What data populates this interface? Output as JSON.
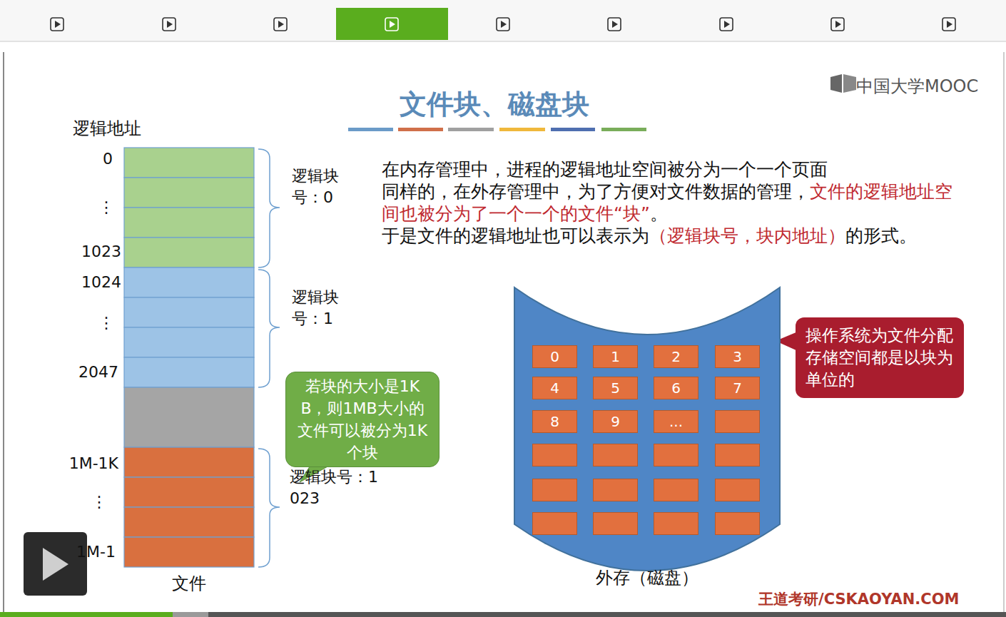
{
  "diagram": {
    "title": "文件块、磁盘块",
    "nodes": [
      {
        "text": [
          "外存（磁盘）"
        ]
      },
      {
        "text": [
          "0"
        ],
        "in": 0
      },
      {
        "text": [
          "1"
        ],
        "in": 0
      },
      {
        "text": [
          "2"
        ],
        "in": 0
      },
      {
        "text": [
          "3"
        ],
        "in": 0
      },
      {
        "text": [
          "4"
        ],
        "in": 0
      },
      {
        "text": [
          "5"
        ],
        "in": 0
      },
      {
        "text": [
          "6"
        ],
        "in": 0
      },
      {
        "text": [
          "7"
        ],
        "in": 0
      },
      {
        "text": [
          "8"
        ],
        "in": 0
      },
      {
        "text": [
          "9"
        ],
        "in": 0
      },
      {
        "text": [
          "..."
        ],
        "in": 0
      },
      {
        "text": [
          "操作系统为文件分配存储空间都是以块为单位的"
        ]
      },
      {
        "text": [
          "若块的大小是1KB，则1MB大小的文件可以被分为1K个块"
        ]
      }
    ],
    "labels": [
      "中国大学MOOC",
      "逻辑地址",
      "0",
      "⋮",
      "1023",
      "1024",
      "⋮",
      "2047",
      "1M-1K",
      "⋮",
      "1M-1",
      "逻辑块号：0",
      "逻辑块号：1",
      "逻辑块号：1023",
      "文件",
      "在内存管理中，进程的逻辑地址空间被分为一个一个页面",
      "同样的，在外存管理中，为了方便对文件数据的管理，",
      "文件的逻辑地址空间也被分为了一个一个的文件“块”",
      "。",
      "于是文件的逻辑地址也可以表示为",
      "（逻辑块号，块内地址）",
      "的形式。",
      "王道考研/CSKAOYAN.COM"
    ]
  }
}
